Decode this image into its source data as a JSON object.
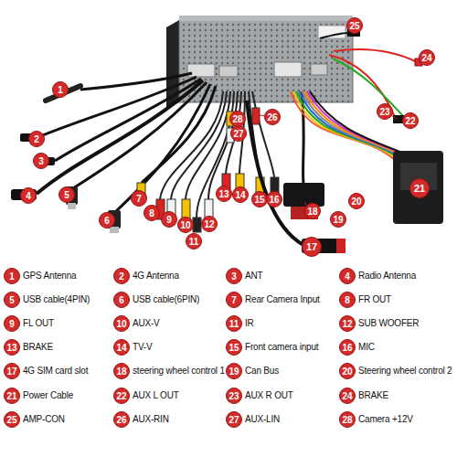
{
  "diagram": {
    "labels": [
      "1",
      "2",
      "3",
      "4",
      "5",
      "6",
      "7",
      "8",
      "9",
      "10",
      "11",
      "12",
      "13",
      "14",
      "15",
      "16",
      "17",
      "18",
      "19",
      "20",
      "21",
      "22",
      "23",
      "24",
      "25",
      "26",
      "27",
      "28",
      "1",
      "GPS Antenna",
      "2",
      "4G Antenna",
      "3",
      "ANT",
      "4",
      "Radio Antenna",
      "5",
      "USB cable(4PIN)",
      "6",
      "USB cable(6PIN)",
      "7",
      "Rear Camera Input",
      "8",
      "FR OUT",
      "9",
      "FL OUT",
      "10",
      "AUX-V",
      "11",
      "IR",
      "12",
      "SUB WOOFER",
      "13",
      "BRAKE",
      "14",
      "TV-V",
      "15",
      "Front camera input",
      "16",
      "MIC",
      "17",
      "4G SIM card slot",
      "18",
      "steering wheel control 1",
      "19",
      "Can Bus",
      "20",
      "Steering wheel control 2",
      "21",
      "Power Cable",
      "22",
      "AUX L OUT",
      "23",
      "AUX R OUT",
      "24",
      "BRAKE",
      "25",
      "AMP-CON",
      "26",
      "AUX-RIN",
      "27",
      "AUX-LIN",
      "28",
      "Camera +12V"
    ]
  }
}
